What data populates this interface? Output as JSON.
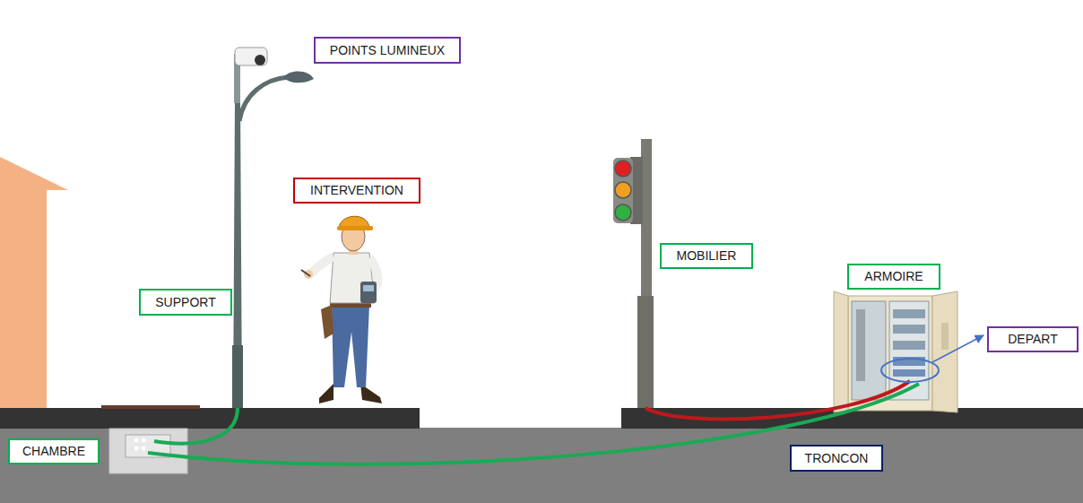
{
  "diagram": {
    "nodes": [
      {
        "text": [
          "POINTS LUMINEUX"
        ]
      },
      {
        "text": [
          "INTERVENTION"
        ]
      },
      {
        "text": [
          "MOBILIER"
        ]
      },
      {
        "text": [
          "ARMOIRE"
        ]
      },
      {
        "text": [
          "SUPPORT"
        ]
      },
      {
        "text": [
          "DEPART"
        ]
      },
      {
        "text": [
          "CHAMBRE"
        ]
      },
      {
        "text": [
          "TRONCON"
        ]
      }
    ]
  }
}
